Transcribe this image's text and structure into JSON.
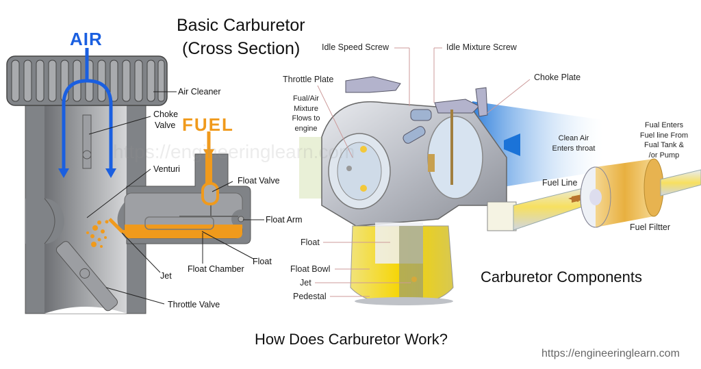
{
  "left_diagram": {
    "title_line1": "Basic Carburetor",
    "title_line2": "(Cross Section)",
    "air_label": "AIR",
    "fuel_label": "FUEL",
    "labels": {
      "air_cleaner": "Air Cleaner",
      "choke_valve_1": "Choke",
      "choke_valve_2": "Valve",
      "venturi": "Venturi",
      "float_valve": "Float Valve",
      "float_arm": "Float Arm",
      "float": "Float",
      "float_chamber": "Float Chamber",
      "jet": "Jet",
      "throttle_valve": "Throttle Valve"
    },
    "colors": {
      "air": "#1a5fe0",
      "fuel": "#f09a1c",
      "body": "#808387"
    }
  },
  "right_diagram": {
    "caption": "Carburetor Components",
    "labels": {
      "idle_speed_screw": "Idle Speed Screw",
      "idle_mixture_screw": "Idle Mixture Screw",
      "throttle_plate": "Throttle Plate",
      "mixture_1": "Fual/Air",
      "mixture_2": "Mixture",
      "mixture_3": "Flows to",
      "mixture_4": "engine",
      "choke_plate": "Choke Plate",
      "clean_air_1": "Clean Air",
      "clean_air_2": "Enters throat",
      "fuel_enters_1": "Fual Enters",
      "fuel_enters_2": "Fuel line From",
      "fuel_enters_3": "Fual Tank &",
      "fuel_enters_4": "/or Pump",
      "fuel_line": "Fuel Line",
      "fuel_filter": "Fuel Filtter",
      "float": "Float",
      "float_bowl": "Float Bowl",
      "jet": "Jet",
      "pedestal": "Pedestal"
    }
  },
  "footer": {
    "title": "How Does Carburetor Work?",
    "url": "https://engineeringlearn.com"
  },
  "watermark": "https://engineeringlearn.com"
}
